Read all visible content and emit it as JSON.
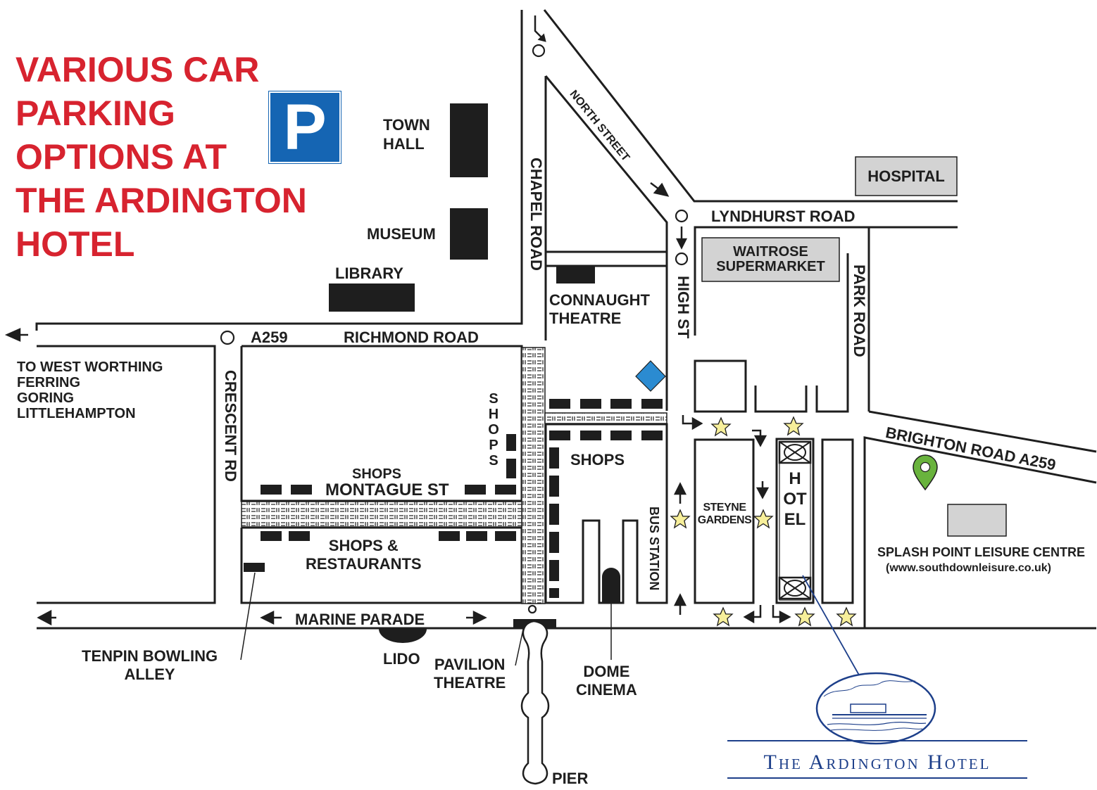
{
  "title_lines": [
    "VARIOUS CAR",
    "PARKING",
    "OPTIONS AT",
    "THE ARDINGTON",
    "HOTEL"
  ],
  "parking_symbol": "P",
  "colors": {
    "title_red": "#d7232f",
    "parking_blue": "#1565b3",
    "building_grey": "#d3d3d3",
    "road_black": "#1e1e1e",
    "star_yellow": "#f7ef9a",
    "pin_green": "#69b33d",
    "marker_blue": "#2b8bd1",
    "hotel_navy": "#1d3f8a"
  },
  "buildings": {
    "town_hall": [
      "TOWN",
      "HALL"
    ],
    "museum": "MUSEUM",
    "library": "LIBRARY",
    "connaught_theatre": [
      "CONNAUGHT",
      "THEATRE"
    ],
    "hospital": "HOSPITAL",
    "waitrose": [
      "WAITROSE",
      "SUPERMARKET"
    ],
    "steyne_gardens": [
      "STEYNE",
      "GARDENS"
    ],
    "hotel_vertical": "HOTEL",
    "splash_point": "SPLASH POINT LEISURE CENTRE",
    "splash_point_url": "(www.southdownleisure.co.uk)",
    "shops_1": "SHOPS",
    "shops_2": "SHOPS",
    "shops_vertical": "SHOPS",
    "shops_restaurants": [
      "SHOPS &",
      "RESTAURANTS"
    ],
    "bus_station": "BUS STATION",
    "tenpin": [
      "TENPIN BOWLING",
      "ALLEY"
    ],
    "lido": "LIDO",
    "pavilion": [
      "PAVILION",
      "THEATRE"
    ],
    "dome": [
      "DOME",
      "CINEMA"
    ],
    "pier": "PIER"
  },
  "roads": {
    "north_street": "NORTH STREET",
    "chapel_road": "CHAPEL ROAD",
    "lyndhurst_road": "LYNDHURST ROAD",
    "high_st": "HIGH ST",
    "park_road": "PARK ROAD",
    "a259": "A259",
    "richmond_road": "RICHMOND ROAD",
    "crescent_rd": "CRESCENT RD",
    "montague_st": "MONTAGUE ST",
    "marine_parade": "MARINE PARADE",
    "brighton_road": "BRIGHTON ROAD A259"
  },
  "destinations": [
    "TO WEST WORTHING",
    "FERRING",
    "GORING",
    "LITTLEHAMPTON"
  ],
  "logo_text": "The Ardington Hotel"
}
